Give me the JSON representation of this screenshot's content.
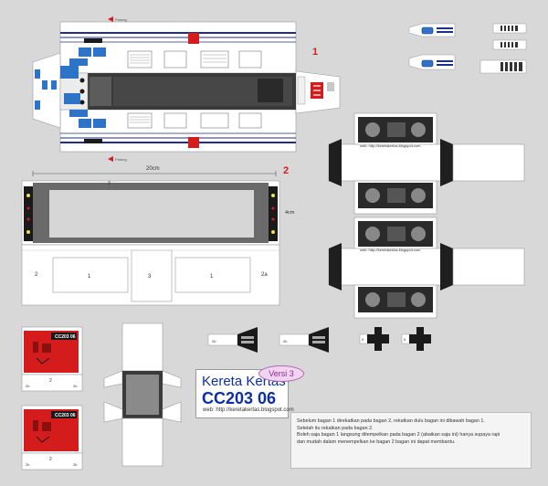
{
  "labels": {
    "part1": "1",
    "part2": "2",
    "dimension_width": "20cm",
    "dimension_height": "4cm",
    "cab_part_number": "3",
    "body_section_1a": "1",
    "body_section_1b": "1",
    "body_section_3": "3",
    "body_section_2": "2",
    "body_section_2a": "2a",
    "nose_label_2": "2",
    "nose_label_2b_left": "2b",
    "nose_label_2b_right": "2b",
    "nose_label_2_lower": "2",
    "nose_label_2b_lower_left": "2b",
    "nose_label_2b_lower_right": "2b",
    "loco_number_top": "CC203 06",
    "loco_number_bottom": "CC203 06",
    "small_part_2b_a": "2b",
    "small_part_2b_b": "2b",
    "small_part_5_a": "5",
    "small_part_5_b": "5",
    "bogie_web_top": "web: http://keretakertas.blogspot.com",
    "bogie_web_bottom": "web: http://keretakertas.blogspot.com",
    "lipat_top": "Potong",
    "lipat_bottom": "Potong"
  },
  "title": {
    "name": "Kereta Kertas",
    "model": "CC203 06",
    "version": "Versi 3",
    "website": "web: http://keretakertas.blogspot.com"
  },
  "instructions": [
    "Sebelum bagan 1 direkatkan pada bagan 2, rekatkan dulu bagan ini dibawah bagan 1.",
    "Setelah itu rekatkan pada bagan 2.",
    "Boleh saja bagan 1 langsung ditempelkan pada bagan 2 (abaikan saja ini) hanya supaya rapi",
    "dan mudah dalam menempelkan ke bagan 2 bagan ini dapat membantu."
  ],
  "colors": {
    "background": "#d8d8d8",
    "paper": "#ffffff",
    "body_grey": "#3a3a3a",
    "stripe_blue": "#1c2f8a",
    "accent_red": "#d41c1c",
    "title_blue": "#0b2fa8",
    "window_blue": "#2d74c9"
  }
}
